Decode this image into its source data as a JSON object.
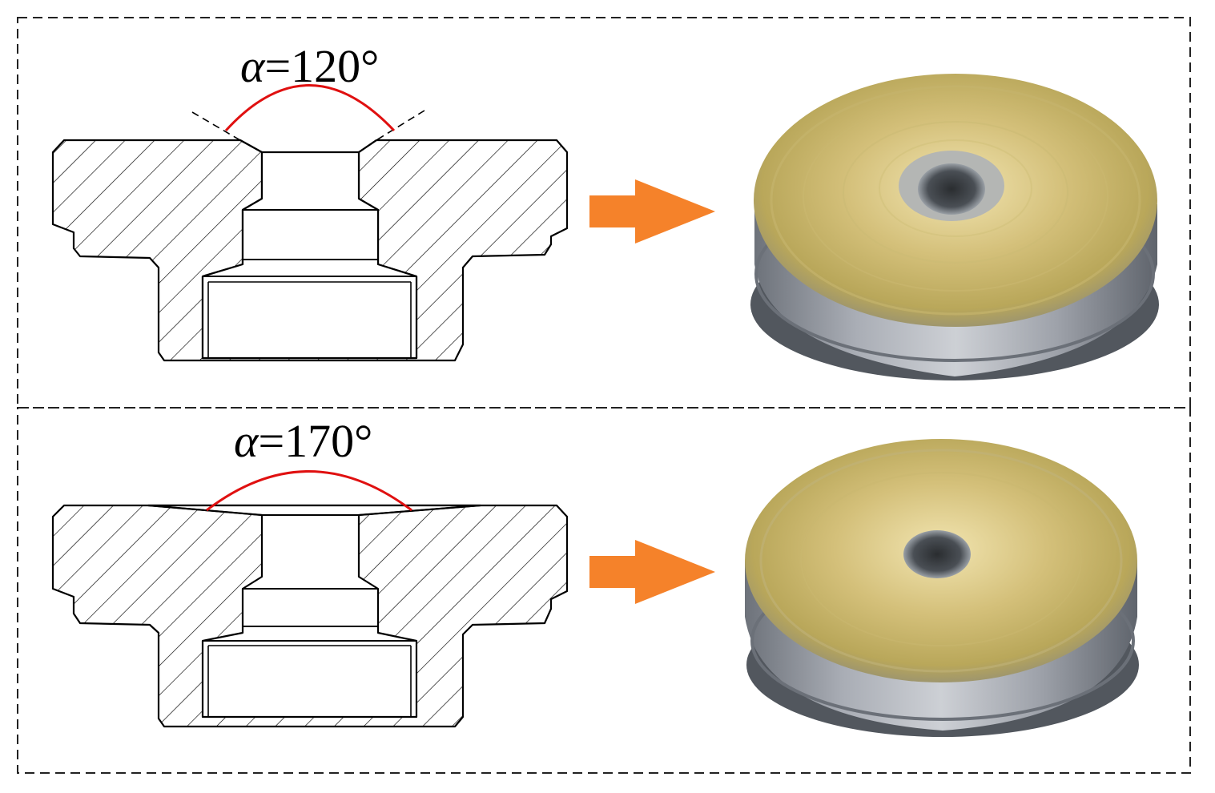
{
  "panels": [
    {
      "angle_symbol": "α",
      "angle_value": "=120°",
      "arc_color": "#e01010"
    },
    {
      "angle_symbol": "α",
      "angle_value": "=170°",
      "arc_color": "#e01010"
    }
  ],
  "colors": {
    "arrow": "#f5822a",
    "frame_dash": "#222222",
    "brass_light": "#e2d39a",
    "brass_dark": "#a99648",
    "steel_light": "#c9ccd2",
    "steel_dark": "#5e636c"
  },
  "icons": {
    "arrow": "right-arrow-icon"
  }
}
